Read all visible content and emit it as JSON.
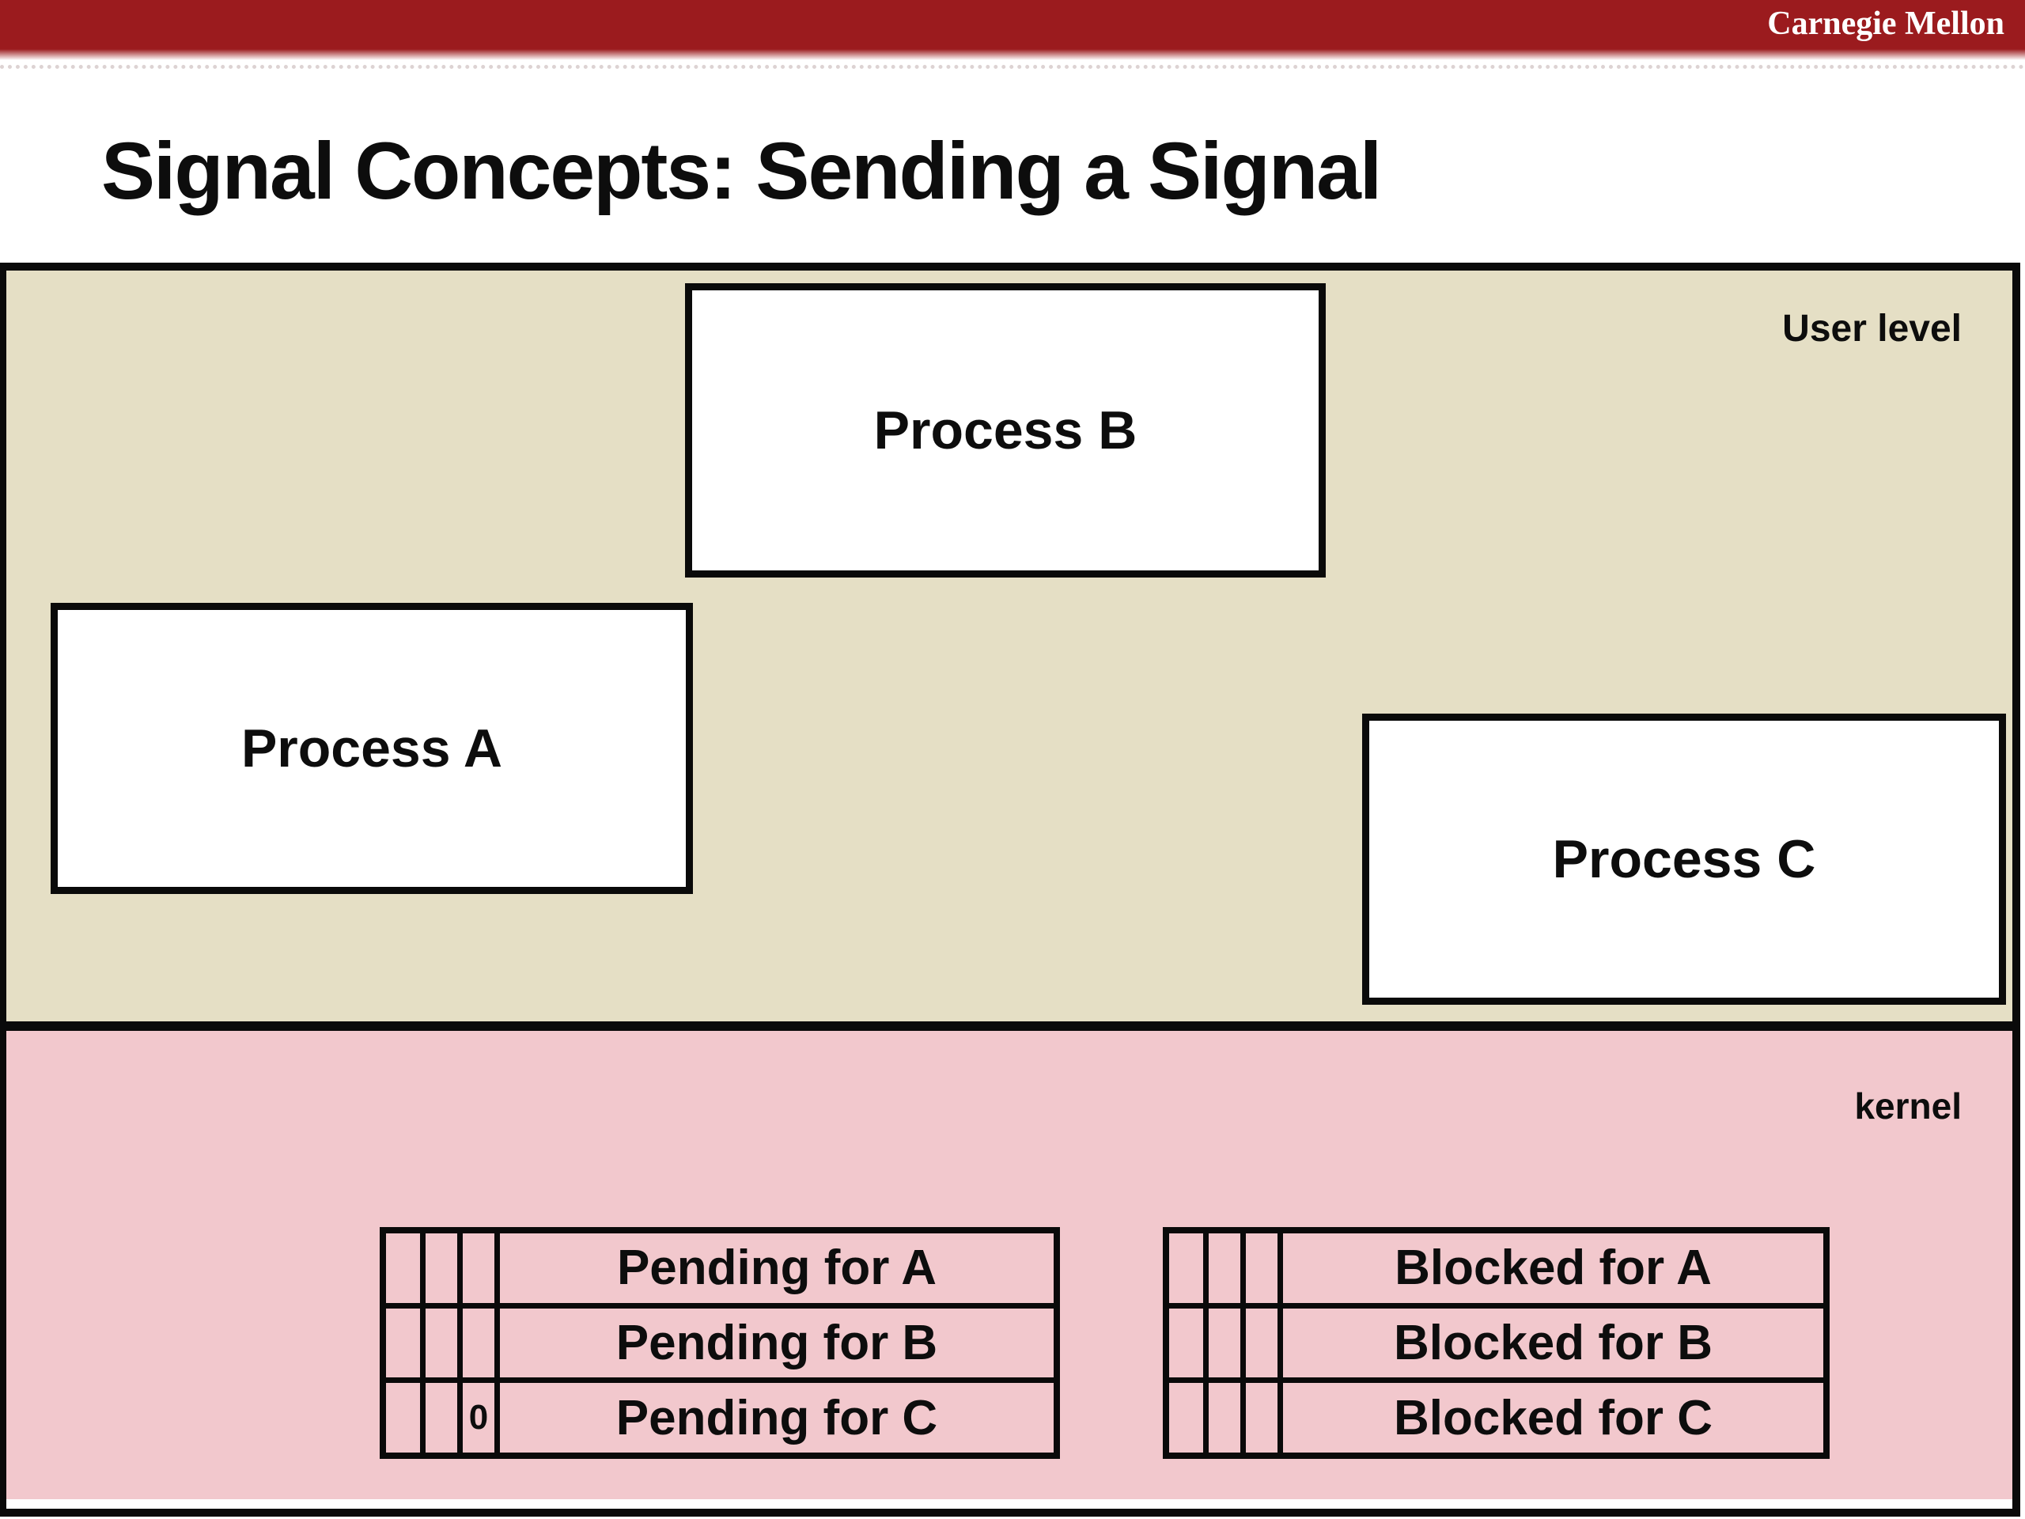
{
  "header": {
    "brand": "Carnegie Mellon"
  },
  "title": "Signal Concepts: Sending a Signal",
  "colors": {
    "header_bar": "#9b1b1e",
    "user_level_bg": "#e5dfc5",
    "kernel_bg": "#f2c8cd",
    "border": "#0a0a0a"
  },
  "user_level": {
    "label": "User level",
    "processes": {
      "a": "Process A",
      "b": "Process B",
      "c": "Process C"
    }
  },
  "kernel": {
    "label": "kernel",
    "pending": {
      "rows": [
        {
          "bits": [
            "",
            "",
            ""
          ],
          "label": "Pending for A"
        },
        {
          "bits": [
            "",
            "",
            ""
          ],
          "label": "Pending for B"
        },
        {
          "bits": [
            "",
            "",
            "0"
          ],
          "label": "Pending for C"
        }
      ]
    },
    "blocked": {
      "rows": [
        {
          "bits": [
            "",
            "",
            ""
          ],
          "label": "Blocked for A"
        },
        {
          "bits": [
            "",
            "",
            ""
          ],
          "label": "Blocked for B"
        },
        {
          "bits": [
            "",
            "",
            ""
          ],
          "label": "Blocked for C"
        }
      ]
    }
  }
}
